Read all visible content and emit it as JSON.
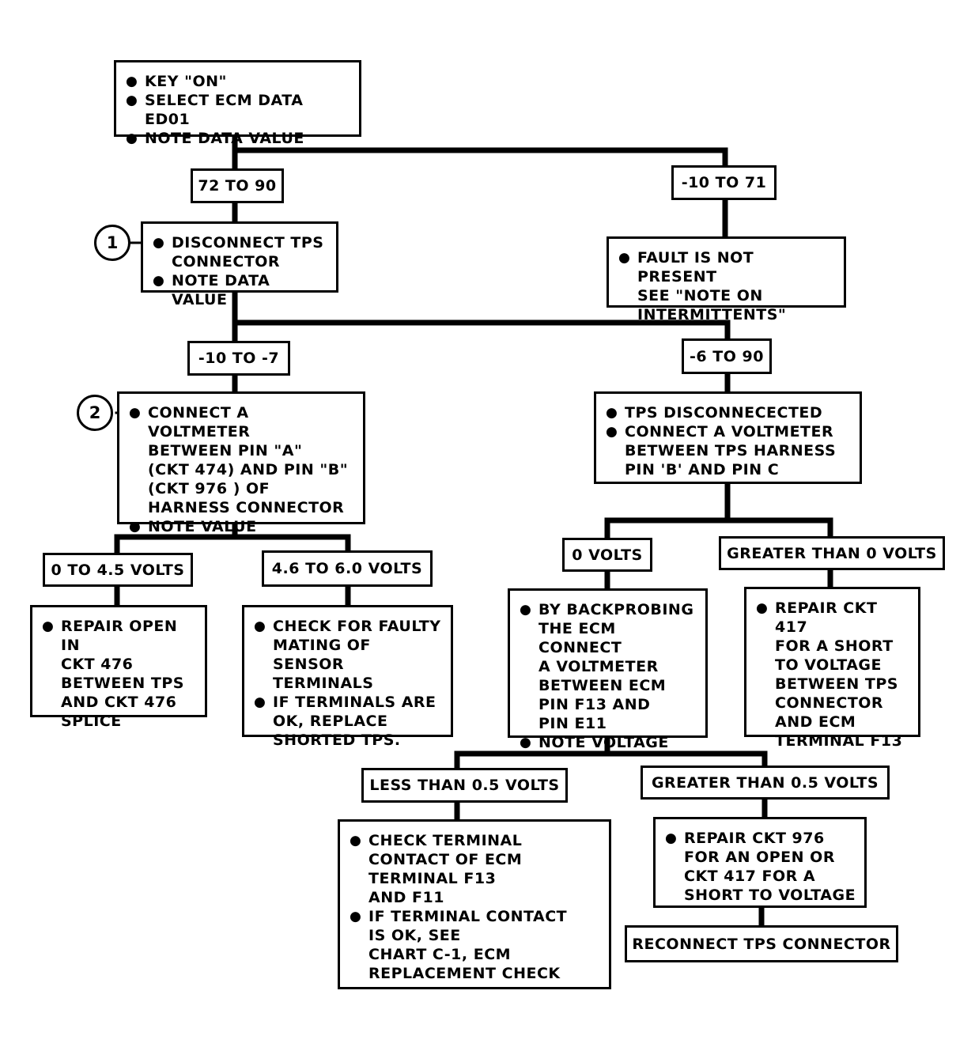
{
  "steps": {
    "start": [
      "KEY \"ON\"",
      "SELECT ECM DATA ED01",
      "NOTE DATA VALUE"
    ],
    "disconnect_tps": [
      "DISCONNECT TPS\nCONNECTOR",
      "NOTE DATA VALUE"
    ],
    "fault_not_present": [
      "FAULT IS NOT PRESENT\nSEE \"NOTE ON\nINTERMITTENTS\""
    ],
    "voltmeter_pins_ab": [
      "CONNECT A VOLTMETER\nBETWEEN PIN \"A\"\n(CKT 474) AND PIN \"B\"\n(CKT 976 ) OF\nHARNESS CONNECTOR",
      "NOTE VALUE"
    ],
    "tps_disconnected": [
      "TPS DISCONNECECTED",
      "CONNECT A VOLTMETER\nBETWEEN TPS HARNESS\nPIN 'B' AND PIN C"
    ],
    "repair_open": [
      "REPAIR OPEN IN\nCKT 476\nBETWEEN TPS\nAND CKT 476\nSPLICE"
    ],
    "check_mating": [
      "CHECK FOR FAULTY\nMATING OF SENSOR\nTERMINALS",
      "IF TERMINALS ARE\nOK, REPLACE\nSHORTED TPS."
    ],
    "backprobe": [
      "BY BACKPROBING\nTHE ECM CONNECT\nA VOLTMETER\nBETWEEN ECM\nPIN F13 AND\nPIN E11",
      "NOTE VOLTAGE"
    ],
    "repair_417_short": [
      "REPAIR CKT 417\nFOR A SHORT\nTO VOLTAGE\nBETWEEN TPS\nCONNECTOR\nAND ECM\nTERMINAL F13"
    ],
    "check_terminal": [
      "CHECK TERMINAL\nCONTACT OF ECM\nTERMINAL F13\nAND F11",
      "IF TERMINAL CONTACT\nIS OK, SEE\nCHART C-1, ECM\nREPLACEMENT CHECK"
    ],
    "repair_976": [
      "REPAIR CKT 976\nFOR AN OPEN OR\nCKT 417 FOR A\nSHORT TO VOLTAGE"
    ]
  },
  "conditions": {
    "72_to_90": "72 TO 90",
    "neg10_to_71": "-10 TO 71",
    "neg10_to_neg7": "-10 TO -7",
    "neg6_to_90": "-6 TO 90",
    "0_to_4_5": "0 TO 4.5 VOLTS",
    "4_6_to_6_0": "4.6 TO 6.0 VOLTS",
    "0_volts": "0 VOLTS",
    "greater_0": "GREATER THAN 0 VOLTS",
    "less_0_5": "LESS THAN 0.5 VOLTS",
    "greater_0_5": "GREATER THAN 0.5 VOLTS"
  },
  "end": {
    "reconnect": "RECONNECT TPS CONNECTOR"
  },
  "markers": {
    "one": "1",
    "two": "2"
  }
}
